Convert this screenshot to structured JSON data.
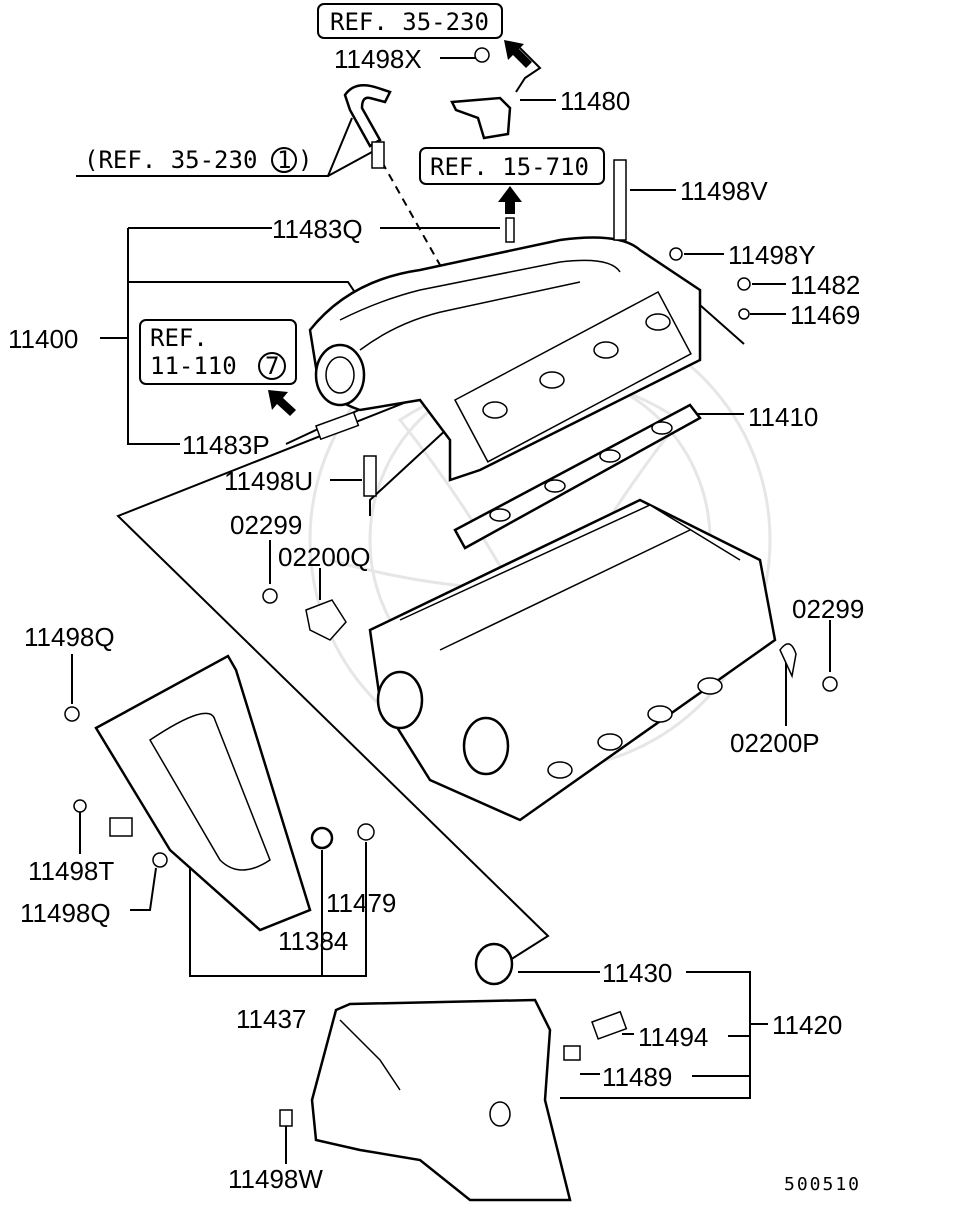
{
  "refs": {
    "ref_35_230_top": "REF. 35-230",
    "ref_35_230_left": "(REF. 35-230",
    "ref_35_230_left_circle": "1",
    "ref_35_230_left_close": ")",
    "ref_15_710": "REF. 15-710",
    "ref_11_110_line1": "REF.",
    "ref_11_110_line2": "11-110",
    "ref_11_110_circle": "7"
  },
  "labels": {
    "p11498X": "11498X",
    "p11480": "11480",
    "p11498V": "11498V",
    "p11483Q": "11483Q",
    "p11498Y": "11498Y",
    "p11482": "11482",
    "p11469": "11469",
    "p11400": "11400",
    "p11410": "11410",
    "p11483P": "11483P",
    "p11498U": "11498U",
    "p02299_a": "02299",
    "p02200Q": "02200Q",
    "p02299_b": "02299",
    "p11498Q_a": "11498Q",
    "p02200P": "02200P",
    "p11498T": "11498T",
    "p11498Q_b": "11498Q",
    "p11479": "11479",
    "p11384": "11384",
    "p11437": "11437",
    "p11430": "11430",
    "p11494": "11494",
    "p11420": "11420",
    "p11489": "11489",
    "p11498W": "11498W"
  },
  "diagram_code": "500510"
}
